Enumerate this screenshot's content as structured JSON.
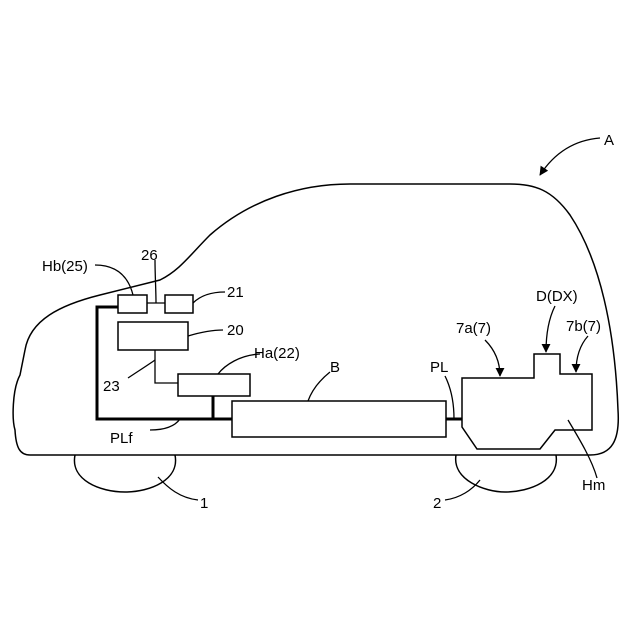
{
  "labels": {
    "A": "A",
    "hb25": "Hb(25)",
    "n26": "26",
    "n21": "21",
    "n20": "20",
    "ha22": "Ha(22)",
    "n23": "23",
    "plf": "PLf",
    "B": "B",
    "PL": "PL",
    "n7a": "7a(7)",
    "ddx": "D(DX)",
    "n7b": "7b(7)",
    "Hm": "Hm",
    "n1": "1",
    "n2": "2"
  }
}
